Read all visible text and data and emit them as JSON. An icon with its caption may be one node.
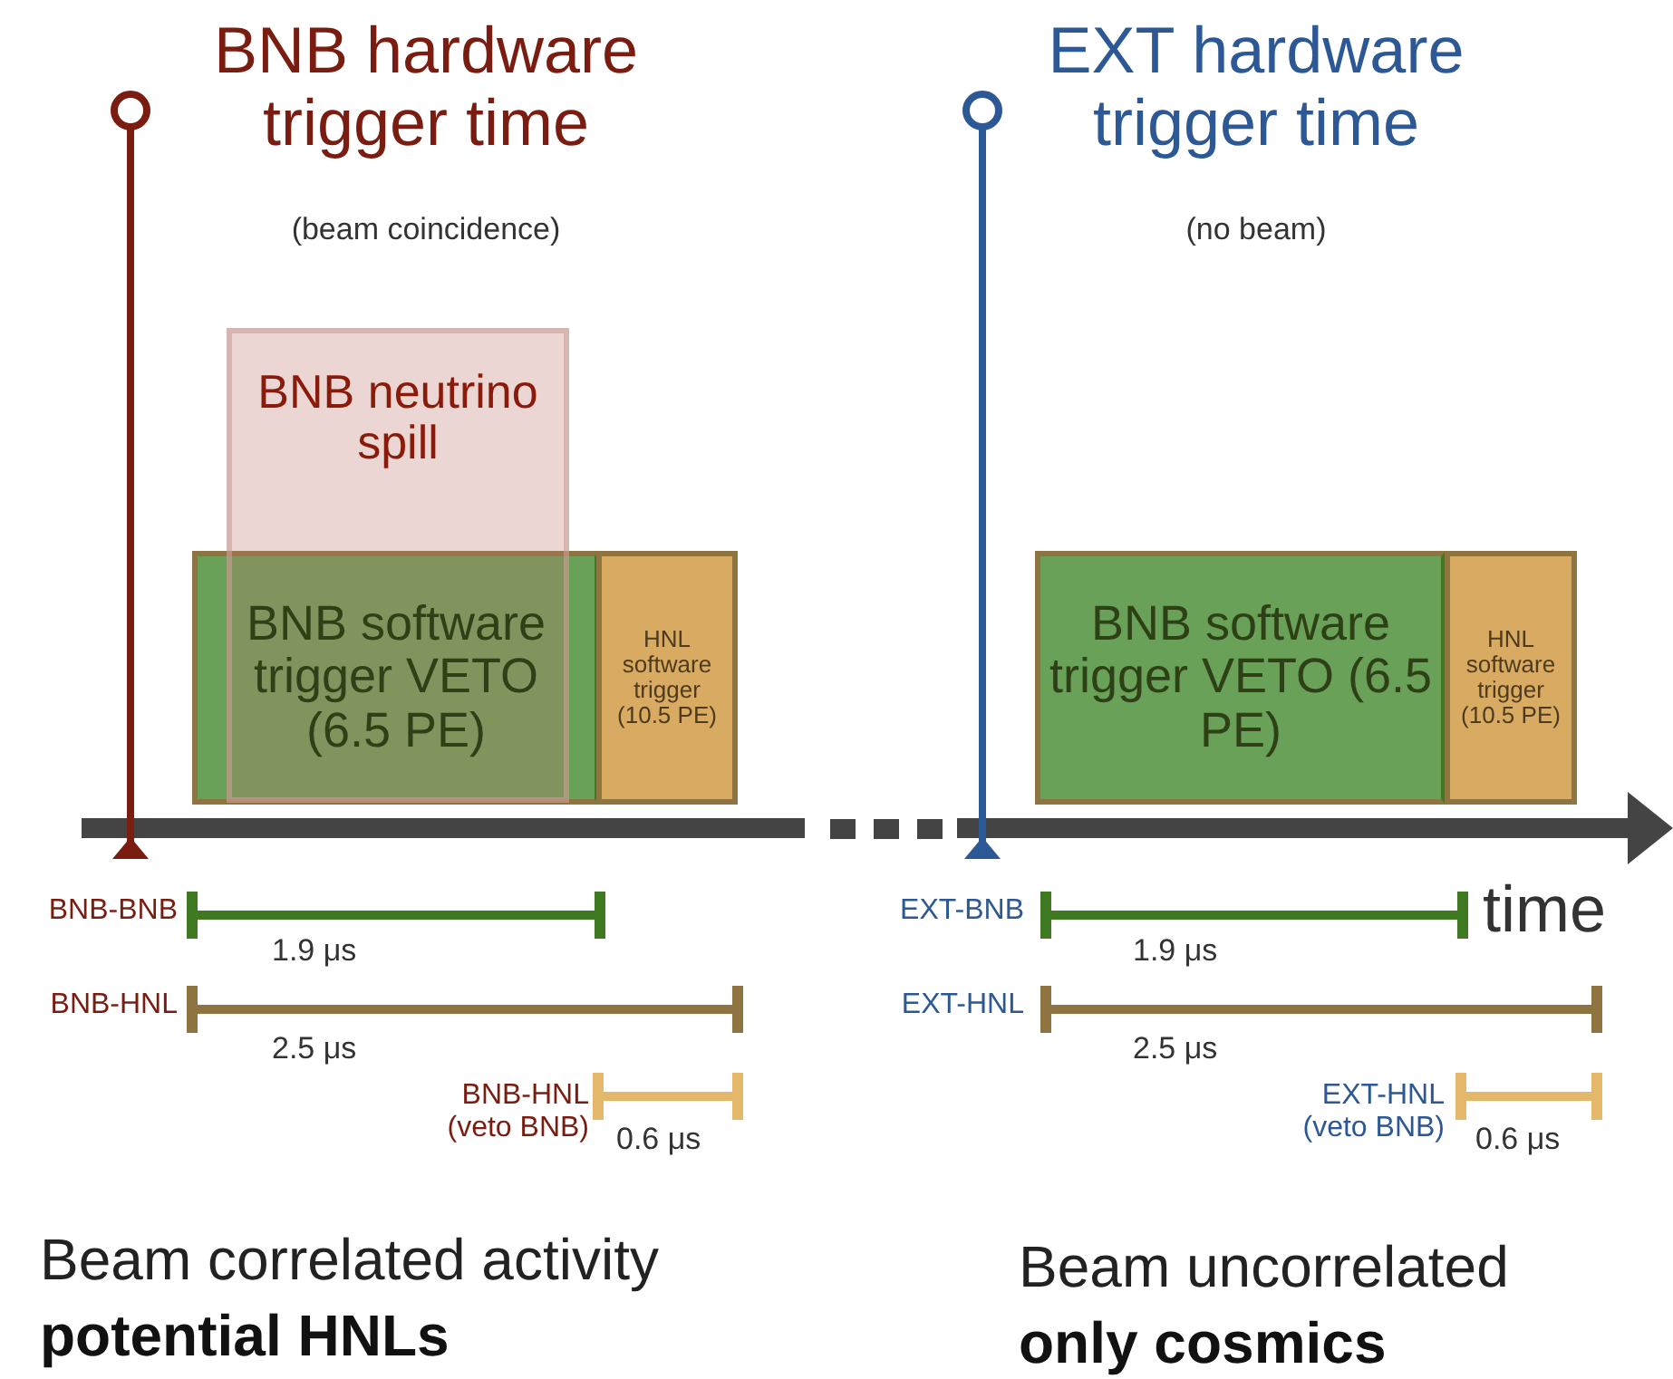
{
  "diagram": {
    "nodes": [
      {
        "text": [
          "BNB neutrino spill"
        ]
      },
      {
        "text": [
          "BNB software trigger VETO (6.5 PE)"
        ]
      },
      {
        "text": [
          "HNL software trigger (10.5 PE)"
        ]
      },
      {
        "text": [
          "BNB software trigger VETO (6.5 PE)"
        ]
      },
      {
        "text": [
          "HNL software trigger (10.5 PE)"
        ]
      }
    ],
    "labels": [
      "BNB hardware trigger time",
      "(beam coincidence)",
      "EXT hardware trigger time",
      "(no beam)",
      "time",
      "BNB-BNB",
      "1.9 μs",
      "BNB-HNL",
      "2.5 μs",
      "BNB-HNL (veto BNB)",
      "0.6 μs",
      "EXT-BNB",
      "1.9 μs",
      "EXT-HNL",
      "2.5 μs",
      "EXT-HNL (veto BNB)",
      "0.6 μs",
      "Beam correlated activity",
      "potential HNLs",
      "Beam uncorrelated",
      "only cosmics"
    ]
  }
}
